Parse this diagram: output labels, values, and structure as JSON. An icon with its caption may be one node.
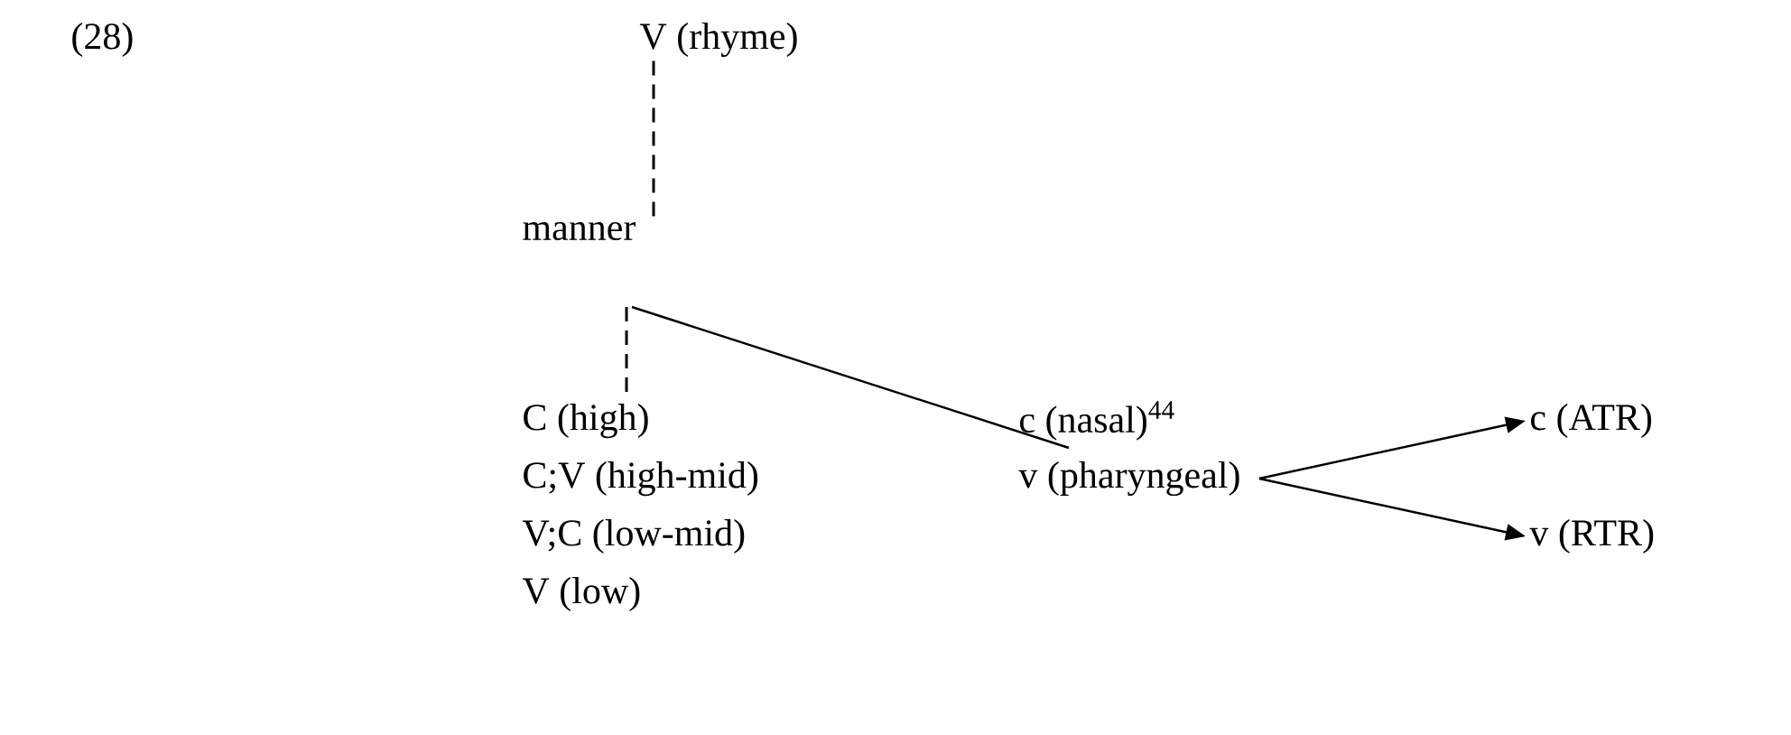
{
  "diagram": {
    "nodes": [
      {
        "text": [
          "V (rhyme)"
        ]
      },
      {
        "text": [
          "manner"
        ]
      },
      {
        "text": [
          "C (high)",
          "C;V (high-mid)",
          "V;C (low-mid)",
          "V (low)"
        ]
      },
      {
        "text": [
          "c (nasal)$^{44}$"
        ]
      },
      {
        "text": [
          "v (pharyngeal)"
        ]
      },
      {
        "text": [
          "c (ATR)"
        ]
      },
      {
        "text": [
          "v (RTR)"
        ]
      }
    ],
    "edges": [
      {
        "from": 0,
        "to": 1,
        "arrow": "none",
        "style": "dashed"
      },
      {
        "from": 1,
        "to": 2,
        "arrow": "none",
        "style": "dashed"
      },
      {
        "from": 1,
        "to": 3,
        "arrow": "none"
      },
      {
        "from": 4,
        "to": 5,
        "arrow": "to"
      },
      {
        "from": 4,
        "to": 6,
        "arrow": "to"
      }
    ],
    "labels": [
      "(28)"
    ]
  }
}
